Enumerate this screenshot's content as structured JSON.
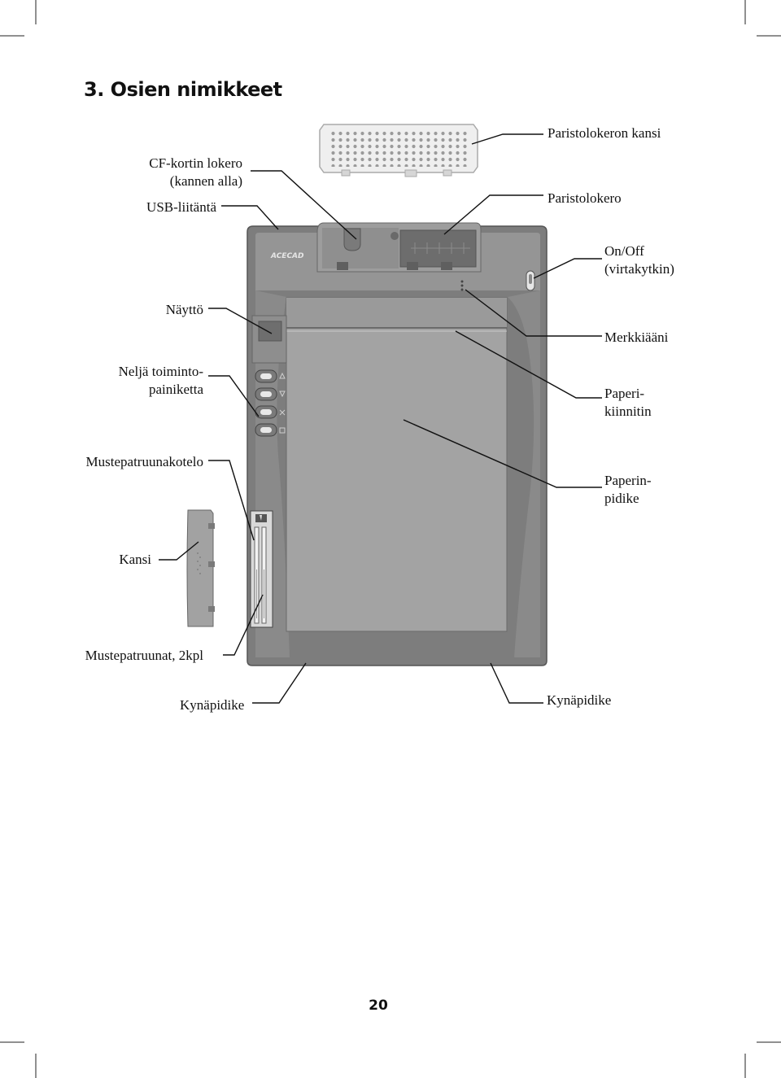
{
  "heading": "3. Osien nimikkeet",
  "device": {
    "brand": "ACECAD"
  },
  "labels": {
    "cf_line1": "CF-kortin lokero",
    "cf_line2": "(kannen alla)",
    "usb": "USB-liitäntä",
    "battery_cover": "Paristolokeron kansi",
    "battery": "Paristolokero",
    "onoff_line1": "On/Off",
    "onoff_line2": "(virtakytkin)",
    "display": "Näyttö",
    "beeper": "Merkkiääni",
    "buttons_line1": "Neljä toiminto-",
    "buttons_line2": "painiketta",
    "clip_line1": "Paperi-",
    "clip_line2": "kiinnitin",
    "ink_case": "Mustepatruunakotelo",
    "holder_line1": "Paperin-",
    "holder_line2": "pidike",
    "cover": "Kansi",
    "ink": "Mustepatruunat, 2kpl",
    "pen_left": "Kynäpidike",
    "pen_right": "Kynäpidike"
  },
  "page_number": "20",
  "colors": {
    "device_body": "#8c8c8c",
    "paper_area": "#a6a6a6",
    "leader": "#111111"
  }
}
